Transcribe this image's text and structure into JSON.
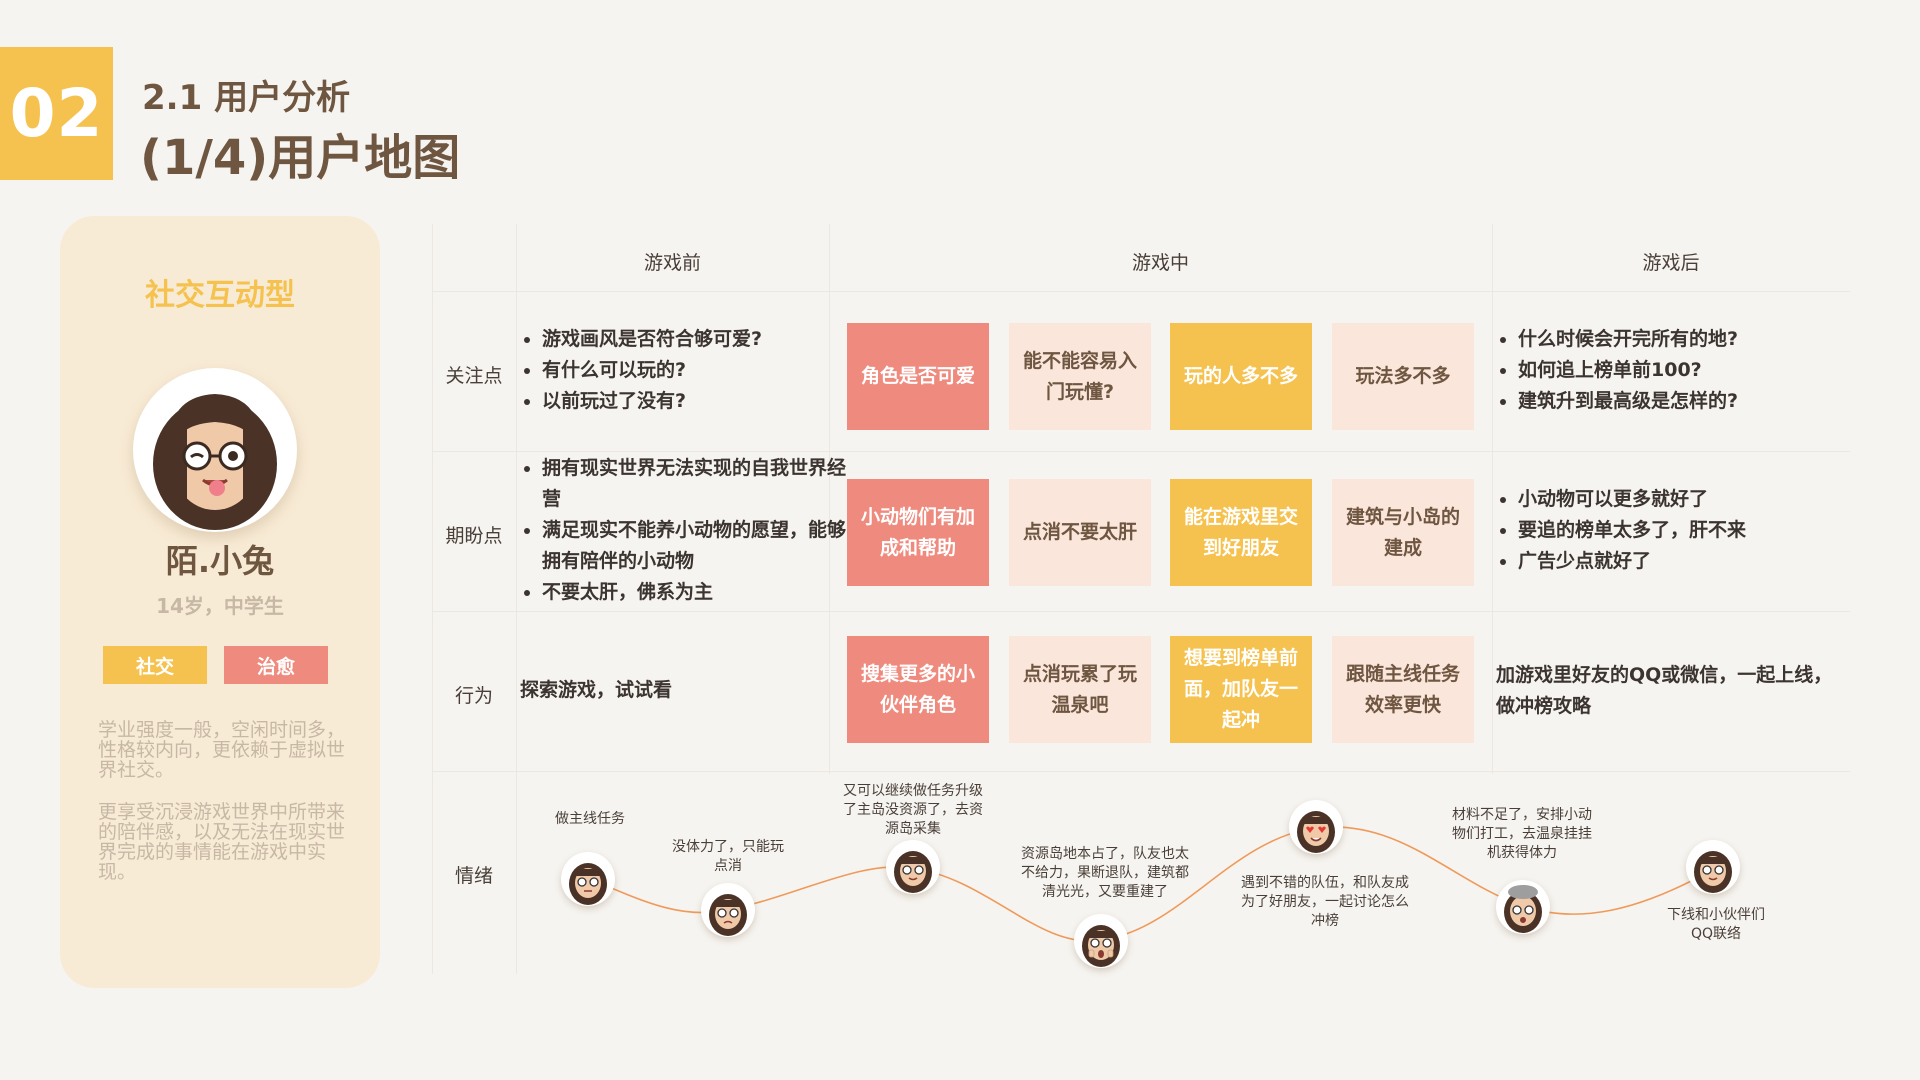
{
  "header": {
    "section_number": "02",
    "subtitle": "2.1 用户分析",
    "title": "(1/4)用户地图"
  },
  "persona": {
    "type": "社交互动型",
    "name": "陌.小兔",
    "info": "14岁，中学生",
    "tags": [
      "社交",
      "治愈"
    ],
    "description": [
      "学业强度一般，空闲时间多，性格较内向，更依赖于虚拟世界社交。",
      "更享受沉浸游戏世界中所带来的陪伴感，以及无法在现实世界完成的事情能在游戏中实现。"
    ],
    "colors": {
      "tag1": "#f5c24f",
      "tag2": "#ef8b7e",
      "card": "#f8ebd5"
    }
  },
  "table": {
    "columns": [
      "游戏前",
      "游戏中",
      "游戏后"
    ],
    "rows": [
      {
        "label": "关注点",
        "before": [
          "游戏画风是否符合够可爱?",
          "有什么可以玩的?",
          "以前玩过了没有?"
        ],
        "during": [
          "角色是否可爱",
          "能不能容易入门玩懂?",
          "玩的人多不多",
          "玩法多不多"
        ],
        "after": [
          "什么时候会开完所有的地?",
          "如何追上榜单前100?",
          "建筑升到最高级是怎样的?"
        ]
      },
      {
        "label": "期盼点",
        "before": [
          "拥有现实世界无法实现的自我世界经营",
          "满足现实不能养小动物的愿望，能够拥有陪伴的小动物",
          "不要太肝，佛系为主"
        ],
        "during": [
          "小动物们有加成和帮助",
          "点消不要太肝",
          "能在游戏里交到好朋友",
          "建筑与小岛的建成"
        ],
        "after": [
          "小动物可以更多就好了",
          "要追的榜单太多了，肝不来",
          "广告少点就好了"
        ]
      },
      {
        "label": "行为",
        "before": "探索游戏，试试看",
        "during": [
          "搜集更多的小伙伴角色",
          "点消玩累了玩温泉吧",
          "想要到榜单前面，加队友一起冲",
          "跟随主线任务效率更快"
        ],
        "after": "加游戏里好友的QQ或微信，一起上线，做冲榜攻略"
      }
    ],
    "cell_colors": [
      "#ef8b7e",
      "#fae6db",
      "#f5c24f",
      "#fae6db"
    ]
  },
  "emotion": {
    "label": "情绪",
    "points": [
      {
        "face": "neutral",
        "text": "做主线任务"
      },
      {
        "face": "tired",
        "text": "没体力了，只能玩点消"
      },
      {
        "face": "neutral",
        "text": "又可以继续做任务升级了主岛没资源了，去资源岛采集"
      },
      {
        "face": "shocked",
        "text": "资源岛地本占了，队友也太不给力，果断退队，建筑都清光光，又要重建了"
      },
      {
        "face": "love",
        "text": "遇到不错的队伍，和队友成为了好朋友，一起讨论怎么冲榜"
      },
      {
        "face": "stressed",
        "text": "材料不足了，安排小动物们打工，去温泉挂挂机获得体力"
      },
      {
        "face": "neutral",
        "text": "下线和小伙伴们QQ联络"
      }
    ],
    "curve_color": "#ef9a5a"
  }
}
